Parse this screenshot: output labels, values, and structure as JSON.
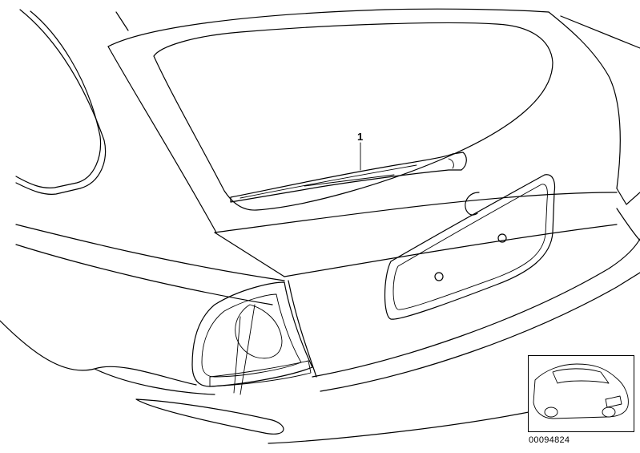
{
  "callouts": [
    {
      "label": "1",
      "part": "wiper-arm"
    }
  ],
  "drawing_number": "00094824",
  "colors": {
    "line": "#000000",
    "background": "#ffffff"
  }
}
